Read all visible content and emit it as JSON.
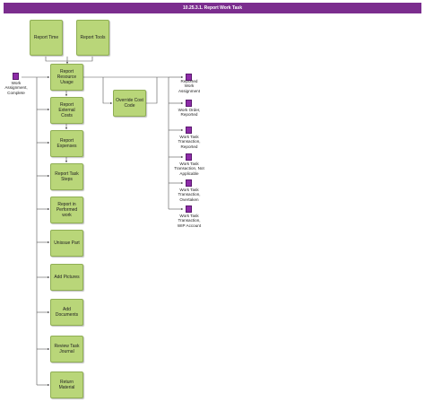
{
  "title": "10.25.3.1. Report Work Task",
  "start_event": {
    "label": "Work\nAssignment,\nComplete"
  },
  "top_tasks": [
    {
      "label": "Report Time"
    },
    {
      "label": "Report Tools"
    }
  ],
  "main_tasks": [
    {
      "label": "Report\nResource\nUsage"
    },
    {
      "label": "Report External\nCosts"
    },
    {
      "label": "Report\nExpenses"
    },
    {
      "label": "Report Task\nSteps"
    },
    {
      "label": "Report in\nPerformed work"
    },
    {
      "label": "Unissue Part"
    },
    {
      "label": "Add Pictures"
    },
    {
      "label": "Add Documents"
    },
    {
      "label": "Review Task\nJournal"
    },
    {
      "label": "Return Material"
    }
  ],
  "side_task": {
    "label": "Override Cost\nCode"
  },
  "end_events": [
    {
      "label": "Reported\nWork\nAssignment"
    },
    {
      "label": "Work Order,\nReported"
    },
    {
      "label": "Work Task\nTransaction,\nReported"
    },
    {
      "label": "Work Task\nTransaction, Not\nApplicable"
    },
    {
      "label": "Work Task\nTransaction,\nOvertaken"
    },
    {
      "label": "Work Task\nTransaction,\nWIP Account"
    }
  ],
  "colors": {
    "header": "#7b2d8e",
    "task_fill": "#b9d679",
    "task_border": "#8fae54",
    "event_fill": "#8e2ca8",
    "connector": "#555555"
  }
}
